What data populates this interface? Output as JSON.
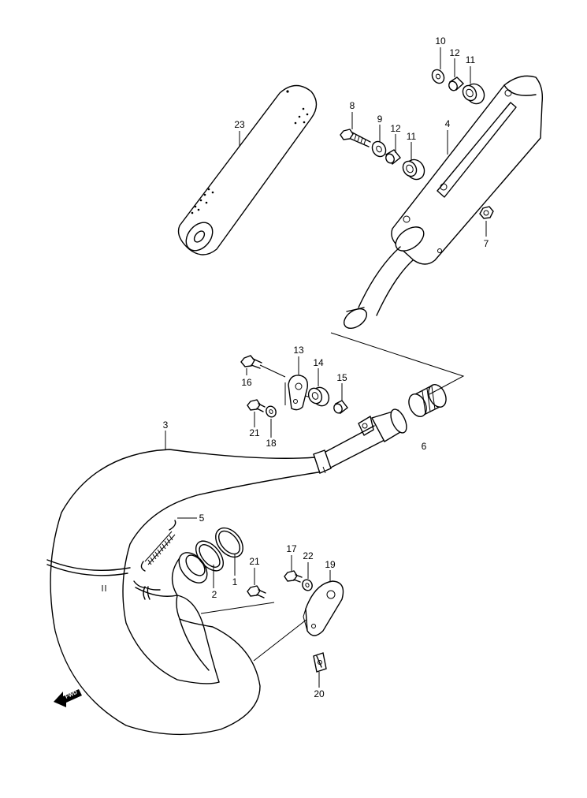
{
  "callouts": {
    "p1": "1",
    "p2": "2",
    "p3": "3",
    "p4": "4",
    "p5": "5",
    "p6": "6",
    "p7": "7",
    "p8": "8",
    "p9": "9",
    "p10": "10",
    "p11a": "11",
    "p11b": "11",
    "p12a": "12",
    "p12b": "12",
    "p13": "13",
    "p14": "14",
    "p15": "15",
    "p16": "16",
    "p17": "17",
    "p18": "18",
    "p19": "19",
    "p20": "20",
    "p21a": "21",
    "p21b": "21",
    "p22": "22",
    "p23": "23"
  },
  "fwd_label": "FWD"
}
